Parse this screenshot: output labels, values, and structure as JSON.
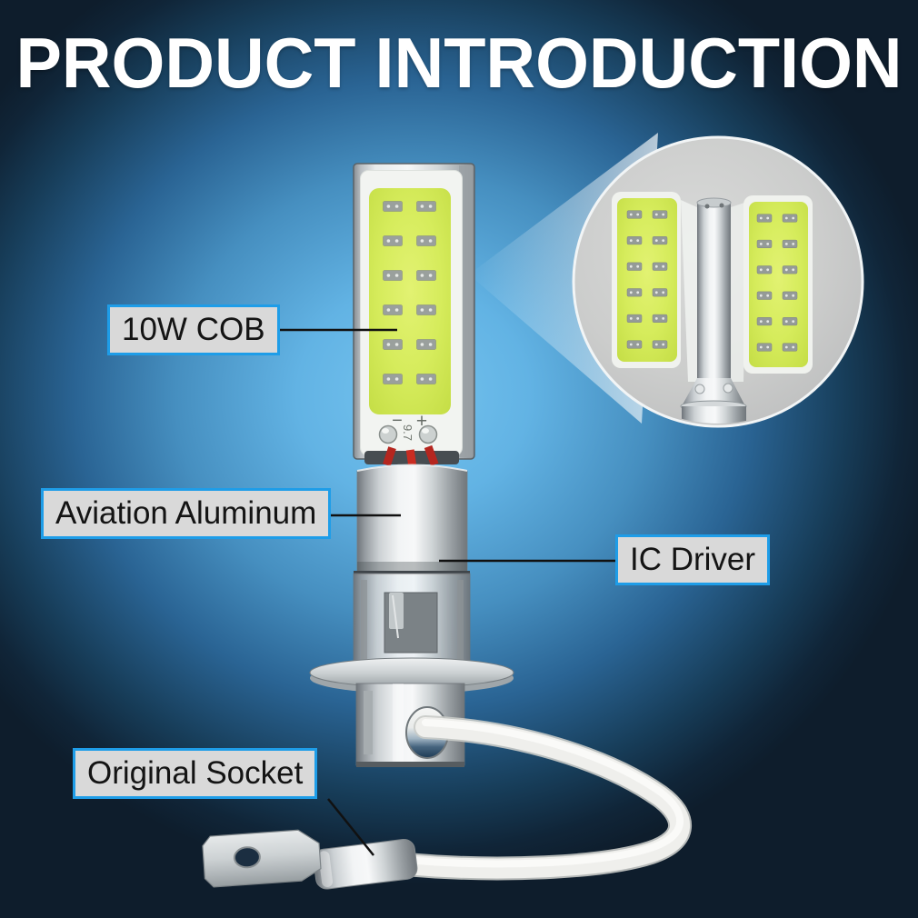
{
  "title": "PRODUCT INTRODUCTION",
  "callouts": {
    "cob": {
      "label": "10W COB"
    },
    "aluminum": {
      "label": "Aviation Aluminum"
    },
    "driver": {
      "label": "IC Driver"
    },
    "socket": {
      "label": "Original Socket"
    }
  },
  "product": {
    "pcb_markings": {
      "minus": "−",
      "model": "9.7",
      "plus": "+"
    },
    "cob_grid": {
      "rows": 6,
      "cols": 2,
      "chips_per_panel": 12,
      "panels_in_inset": 2
    }
  },
  "colors": {
    "accent": "#1e9de8",
    "label_bg": "#d9d9d9",
    "cob_green": "#d3e955",
    "bg_center": "#74c3ef",
    "bg_edge": "#0e1d2c",
    "title": "#ffffff",
    "callout_line": "#111111"
  }
}
